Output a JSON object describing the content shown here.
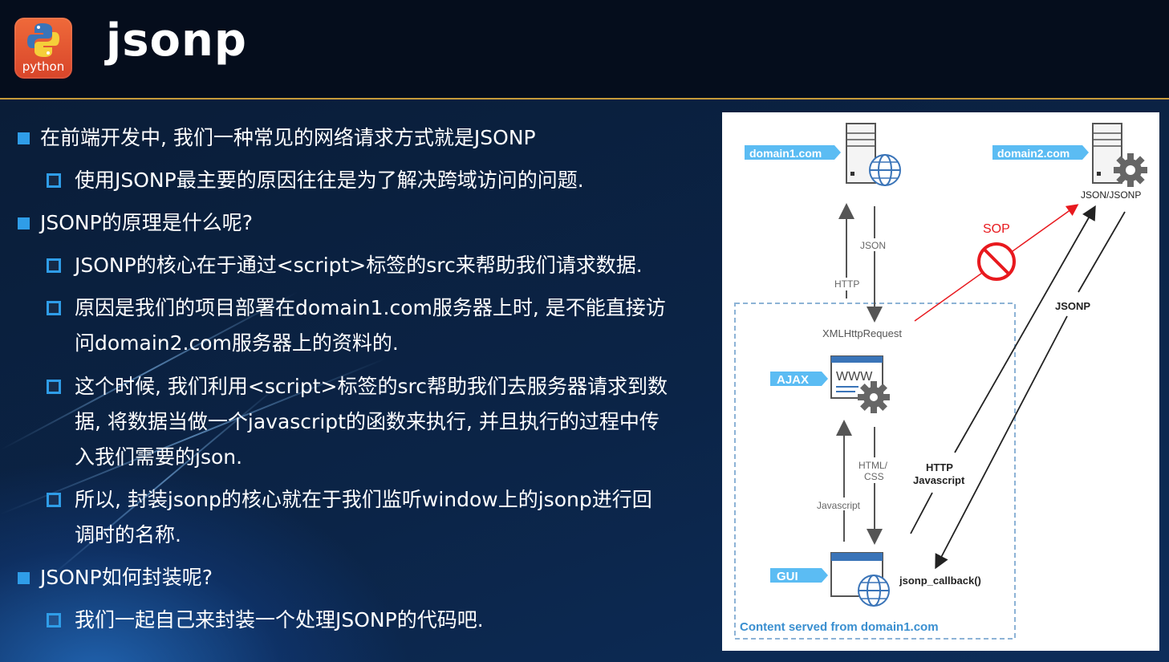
{
  "header": {
    "title": "jsonp",
    "logo_text": "python"
  },
  "bullets": [
    {
      "level": 1,
      "lines": [
        "在前端开发中, 我们一种常见的网络请求方式就是JSONP"
      ]
    },
    {
      "level": 2,
      "lines": [
        "使用JSONP最主要的原因往往是为了解决跨域访问的问题."
      ]
    },
    {
      "level": 1,
      "lines": [
        "JSONP的原理是什么呢?"
      ]
    },
    {
      "level": 2,
      "lines": [
        "JSONP的核心在于通过<script>标签的src来帮助我们请求数据."
      ]
    },
    {
      "level": 2,
      "lines": [
        "原因是我们的项目部署在domain1.com服务器上时, 是不能直接访",
        "问domain2.com服务器上的资料的."
      ]
    },
    {
      "level": 2,
      "lines": [
        "这个时候, 我们利用<script>标签的src帮助我们去服务器请求到数",
        "据, 将数据当做一个javascript的函数来执行, 并且执行的过程中传",
        "入我们需要的json."
      ]
    },
    {
      "level": 2,
      "lines": [
        "所以, 封装jsonp的核心就在于我们监听window上的jsonp进行回",
        "调时的名称."
      ]
    },
    {
      "level": 1,
      "lines": [
        "JSONP如何封装呢?"
      ]
    },
    {
      "level": 2,
      "lines": [
        "我们一起自己来封装一个处理JSONP的代码吧."
      ]
    }
  ],
  "diagram": {
    "domain1_tag": "domain1.com",
    "domain2_tag": "domain2.com",
    "json_jsonp": "JSON/JSONP",
    "json": "JSON",
    "http": "HTTP",
    "sop": "SOP",
    "jsonp": "JSONP",
    "xmlhttprequest": "XMLHttpRequest",
    "ajax_tag": "AJAX",
    "www": "WWW",
    "html_css_1": "HTML/",
    "html_css_2": "CSS",
    "javascript": "Javascript",
    "http_js_1": "HTTP",
    "http_js_2": "Javascript",
    "gui_tag": "GUI",
    "jsonp_callback": "jsonp_callback()",
    "content_served": "Content served from domain1.com"
  },
  "colors": {
    "accent_blue": "#2f9de8",
    "tag_blue": "#5bbcf3",
    "header_rule": "#c79a3a",
    "sop_red": "#e8191e",
    "logo_orange": "#e2572f"
  },
  "icons": [
    "python-logo-icon",
    "server-icon",
    "globe-icon",
    "gear-icon",
    "browser-window-icon",
    "no-sign-icon"
  ]
}
